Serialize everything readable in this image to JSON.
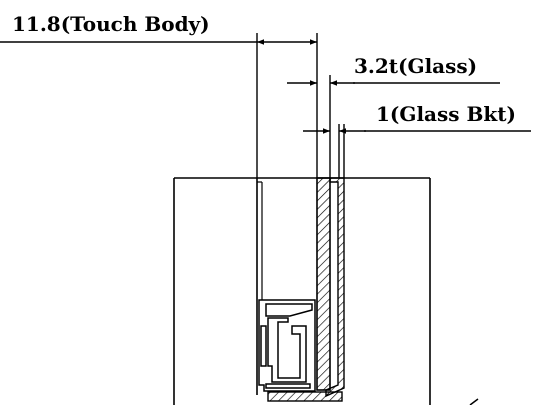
{
  "dimensions": {
    "touch_body": "11.8(Touch Body)",
    "glass": "3.2t(Glass)",
    "glass_bkt": "1(Glass Bkt)"
  },
  "colors": {
    "line": "#000000",
    "background": "#ffffff"
  }
}
